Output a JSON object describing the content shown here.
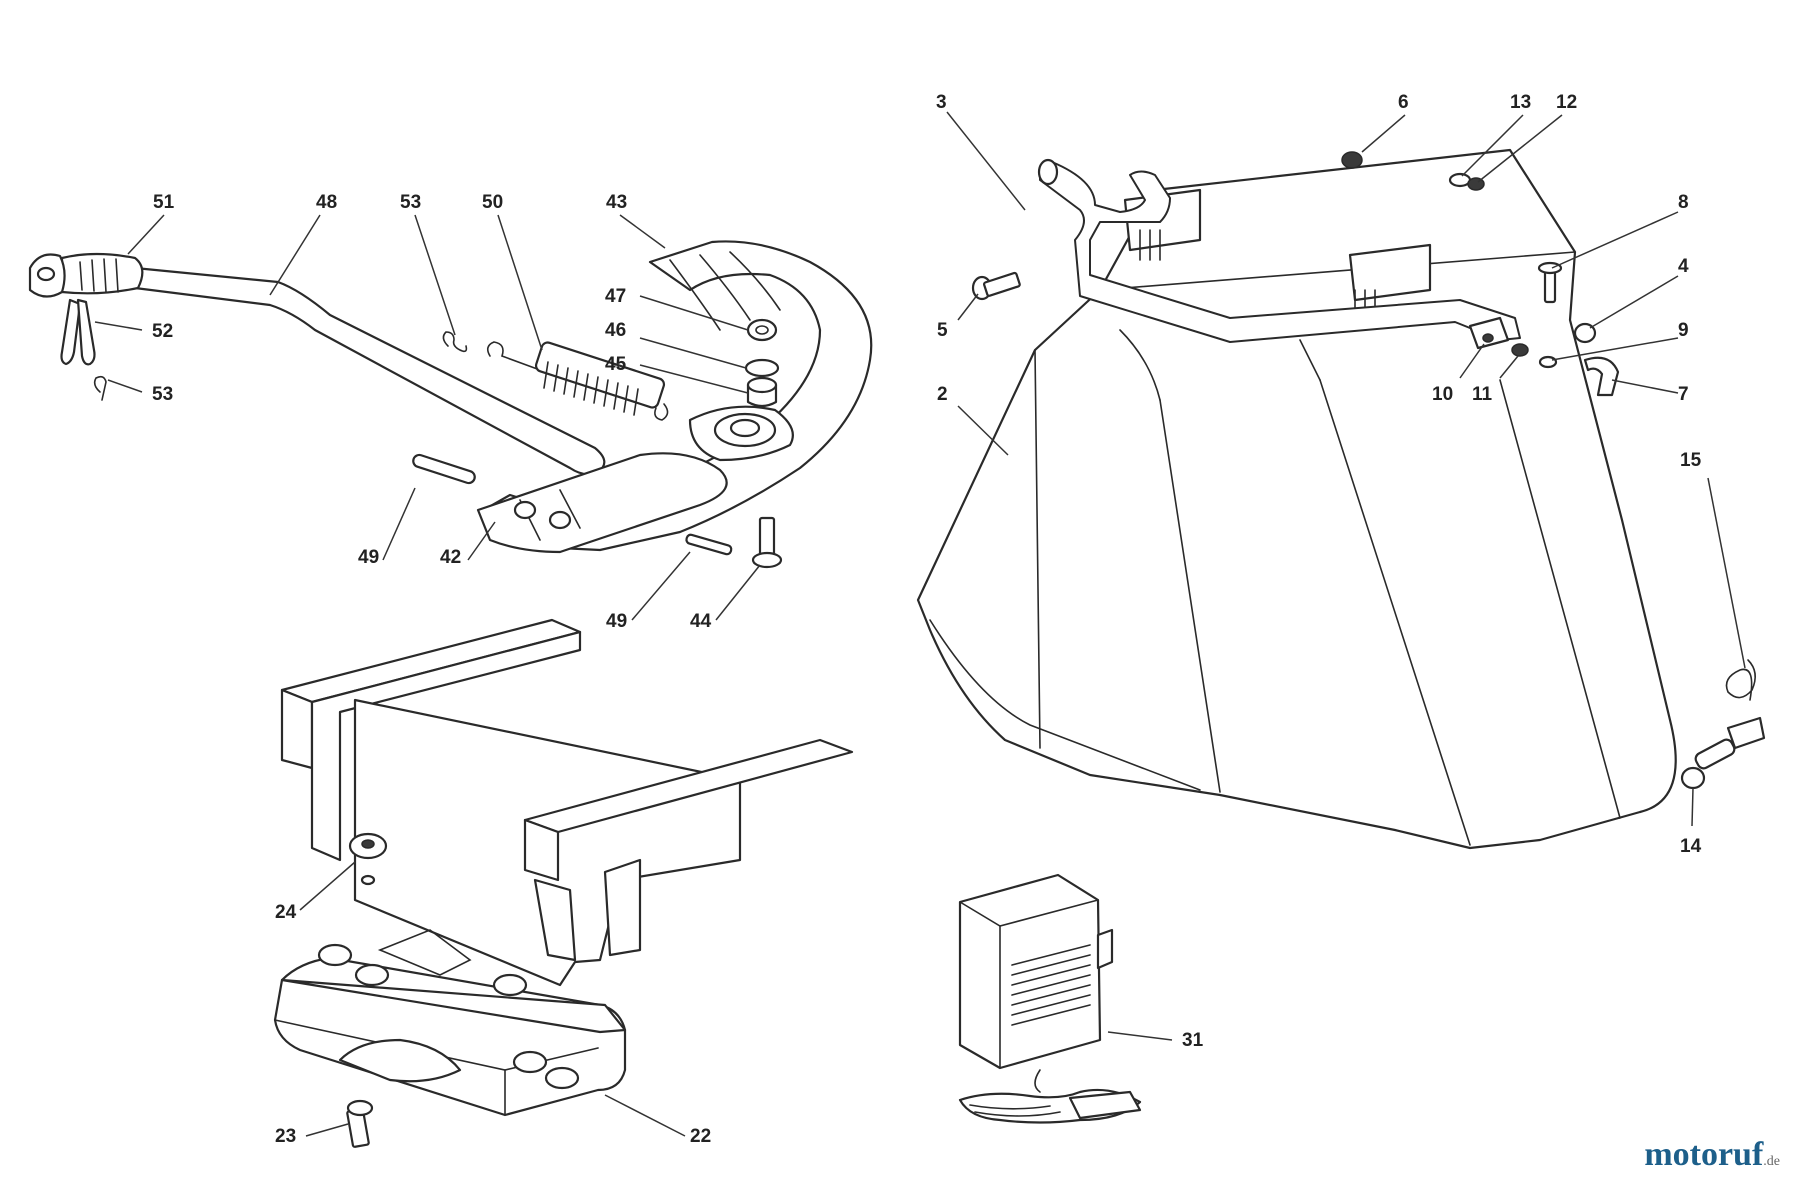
{
  "diagram": {
    "callouts": [
      "51",
      "48",
      "53",
      "50",
      "43",
      "47",
      "46",
      "45",
      "52",
      "53",
      "49",
      "42",
      "49",
      "44",
      "24",
      "23",
      "22",
      "3",
      "6",
      "13",
      "12",
      "8",
      "4",
      "5",
      "9",
      "2",
      "10",
      "11",
      "7",
      "15",
      "14",
      "31"
    ]
  },
  "colors": {
    "line": "#2a2a2a",
    "background": "#ffffff",
    "watermark_main": "#1d5f8a",
    "watermark_accent": "#e07b22"
  },
  "watermark": {
    "main": "motoruf",
    "suffix": ".de"
  }
}
